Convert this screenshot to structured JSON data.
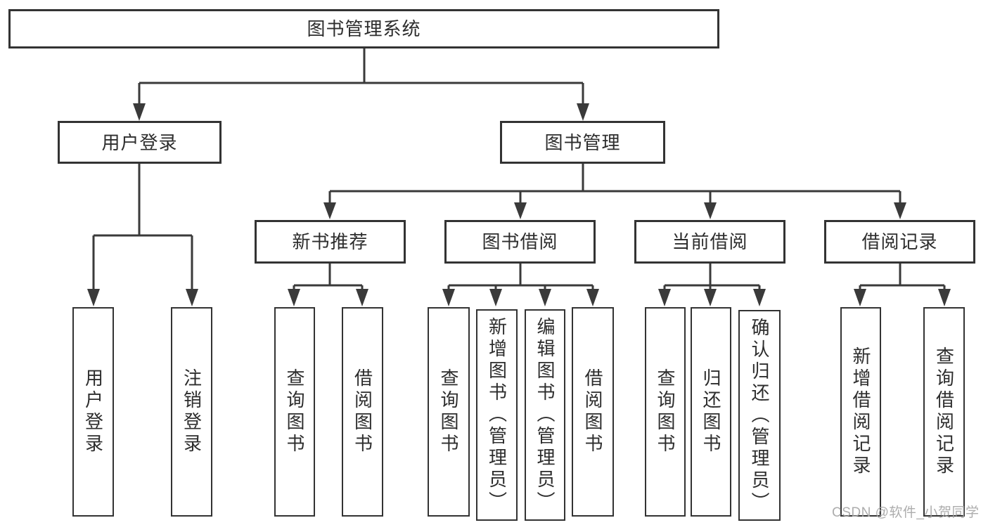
{
  "colors": {
    "background": "#ffffff",
    "line": "#3a3a3a",
    "box_border": "#333333",
    "box_fill": "#ffffff",
    "text": "#2d2d2d",
    "watermark": "#a6a6a6"
  },
  "nodes": {
    "root": {
      "label": "图书管理系统"
    },
    "level2": [
      {
        "label": "用户登录"
      },
      {
        "label": "图书管理"
      }
    ],
    "level3": [
      {
        "label": "新书推荐"
      },
      {
        "label": "图书借阅"
      },
      {
        "label": "当前借阅"
      },
      {
        "label": "借阅记录"
      }
    ],
    "leaves": [
      {
        "label": "用户登录"
      },
      {
        "label": "注销登录"
      },
      {
        "label": "查询图书"
      },
      {
        "label": "借阅图书"
      },
      {
        "label": "查询图书"
      },
      {
        "label": "新增图书（管理员）"
      },
      {
        "label": "编辑图书（管理员）"
      },
      {
        "label": "借阅图书"
      },
      {
        "label": "查询图书"
      },
      {
        "label": "归还图书"
      },
      {
        "label": "确认归还（管理员）"
      },
      {
        "label": "新增借阅记录"
      },
      {
        "label": "查询借阅记录"
      }
    ]
  },
  "hierarchy": {
    "图书管理系统": [
      "用户登录",
      "图书管理"
    ],
    "用户登录": [
      "用户登录",
      "注销登录"
    ],
    "图书管理": [
      "新书推荐",
      "图书借阅",
      "当前借阅",
      "借阅记录"
    ],
    "新书推荐": [
      "查询图书",
      "借阅图书"
    ],
    "图书借阅": [
      "查询图书",
      "新增图书（管理员）",
      "编辑图书（管理员）",
      "借阅图书"
    ],
    "当前借阅": [
      "查询图书",
      "归还图书",
      "确认归还（管理员）"
    ],
    "借阅记录": [
      "新增借阅记录",
      "查询借阅记录"
    ]
  },
  "watermark": {
    "text": "CSDN @软件_小贺同学"
  }
}
